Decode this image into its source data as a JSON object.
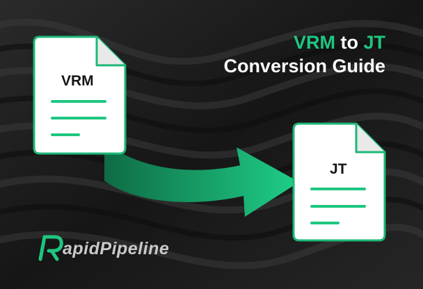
{
  "title": {
    "source": "VRM",
    "connector": "to",
    "target": "JT",
    "subtitle": "Conversion Guide"
  },
  "source_doc": {
    "label": "VRM"
  },
  "target_doc": {
    "label": "JT"
  },
  "logo": {
    "text": "apidPipeline",
    "mark": "R"
  },
  "colors": {
    "accent": "#1ec680",
    "doc_outline": "#1db877",
    "bg": "#1d1d1d"
  }
}
